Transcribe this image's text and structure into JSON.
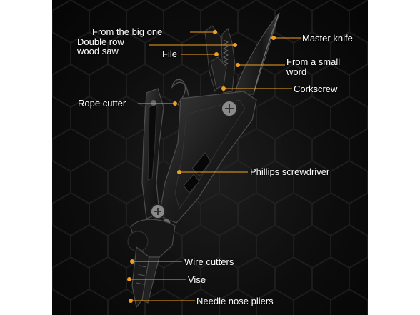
{
  "labels": {
    "from_big_one": "From the big one",
    "double_row_saw_1": "Double row",
    "double_row_saw_2": "wood saw",
    "file": "File",
    "master_knife": "Master knife",
    "from_small_word_1": "From a small",
    "from_small_word_2": "word",
    "corkscrew": "Corkscrew",
    "rope_cutter": "Rope cutter",
    "phillips_screwdriver": "Phillips screwdriver",
    "wire_cutters": "Wire cutters",
    "vise": "Vise",
    "needle_nose_pliers": "Needle nose pliers"
  },
  "colors": {
    "background": "#0d0d0d",
    "accent": "#f0a020",
    "text": "#ffffff",
    "tool_body": "#1a1a1a"
  }
}
